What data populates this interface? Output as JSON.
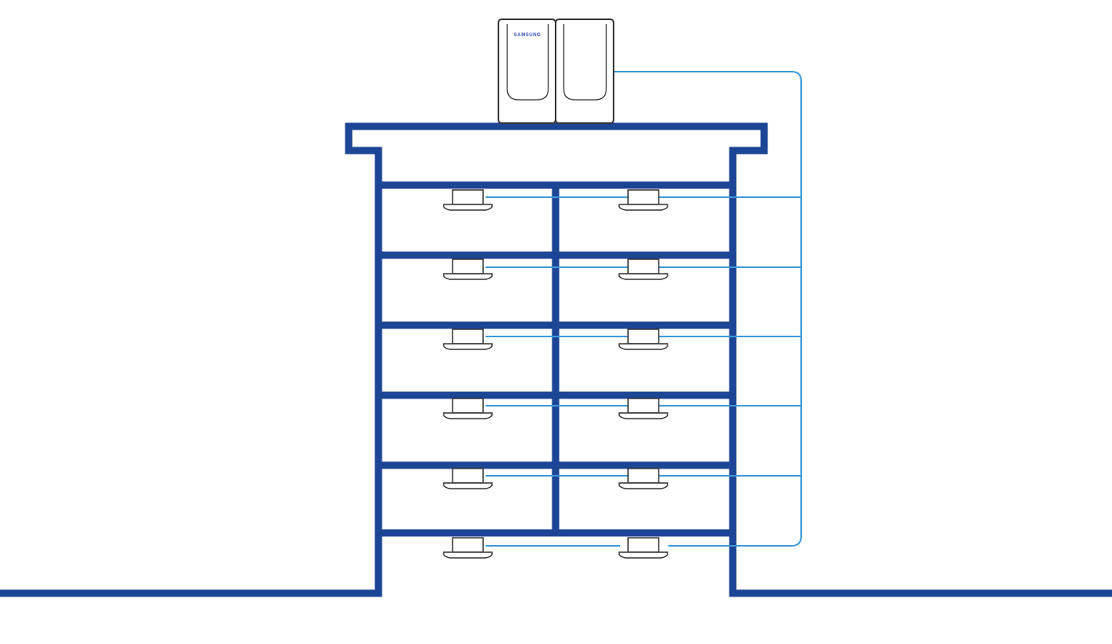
{
  "diagram": {
    "type": "vrf-system-schematic",
    "outdoor_unit": {
      "brand_label": "SAMSUNG",
      "modules": 2,
      "location": "rooftop"
    },
    "building": {
      "floors_with_rooms": 5,
      "rooms_per_floor": 2,
      "ground_level_indoor_units": 2
    },
    "indoor_units": {
      "kind": "ceiling-cassette-icon",
      "total": 12,
      "per_row": 2,
      "rows": 6
    },
    "colors": {
      "building_outline": "#1d4596",
      "refrigerant_pipe": "#3d9ad8",
      "unit_outline": "#333333",
      "brand_text": "#3a4fc4",
      "background": "#ffffff"
    }
  }
}
